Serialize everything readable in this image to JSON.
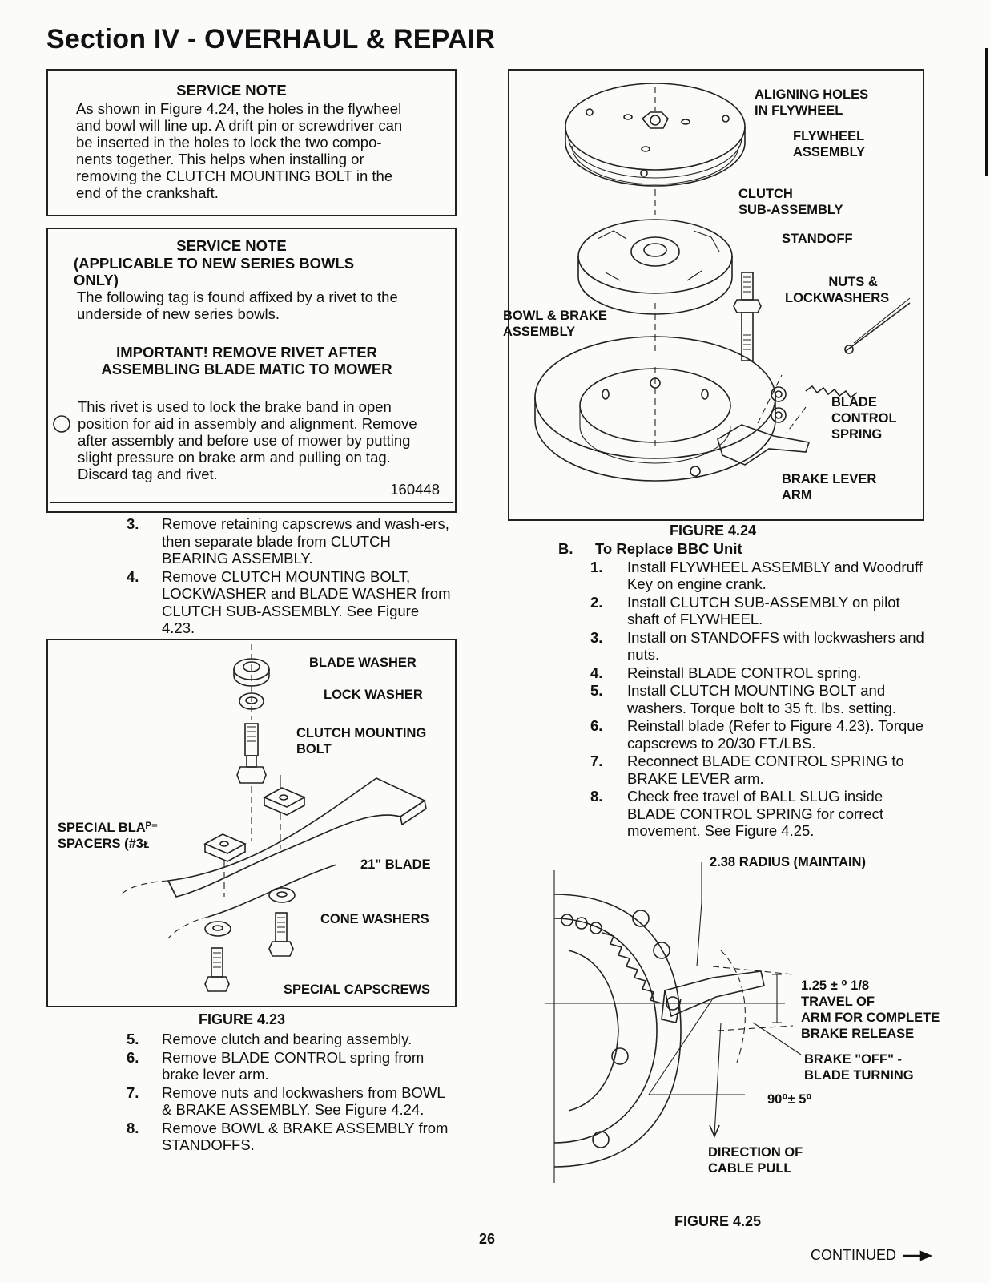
{
  "page": {
    "title": "Section IV - OVERHAUL & REPAIR",
    "page_number": "26",
    "continued": "CONTINUED"
  },
  "service_note_1": {
    "heading": "SERVICE NOTE",
    "lines": [
      "As shown in Figure 4.24, the holes in the flywheel",
      "and bowl will line up.  A drift pin or screwdriver can",
      "be inserted in the holes to lock the two compo-",
      "nents together.  This helps when installing or",
      "removing the CLUTCH MOUNTING BOLT in the",
      "end of the crankshaft."
    ]
  },
  "service_note_2": {
    "heading": "SERVICE NOTE",
    "subheading_lines": [
      "(APPLICABLE TO NEW SERIES BOWLS",
      " ONLY)"
    ],
    "lines": [
      "The following tag is found affixed by a rivet to the",
      "underside of new series bowls."
    ],
    "tag": {
      "heading_lines": [
        "IMPORTANT!  REMOVE RIVET AFTER",
        "ASSEMBLING BLADE MATIC TO MOWER"
      ],
      "lines": [
        "This rivet is used to lock the brake band in open",
        "position for aid in assembly and alignment.  Remove",
        "after assembly and before use of mower by putting",
        "slight pressure on brake arm and pulling on tag.",
        "Discard tag and rivet."
      ],
      "part_number": "160448"
    }
  },
  "steps_a": [
    {
      "num": "3.",
      "text": "Remove retaining capscrews and wash-ers, then separate blade from CLUTCH BEARING ASSEMBLY."
    },
    {
      "num": "4.",
      "text": "Remove CLUTCH MOUNTING BOLT, LOCKWASHER and BLADE WASHER from CLUTCH SUB-ASSEMBLY.  See Figure 4.23."
    }
  ],
  "figure_4_23": {
    "caption": "FIGURE 4.23",
    "labels": {
      "blade_washer": "BLADE WASHER",
      "lock_washer": "LOCK WASHER",
      "clutch_bolt_1": "CLUTCH MOUNTING",
      "clutch_bolt_2": "BOLT",
      "spacers_1": "SPECIAL BLAᴾ⁼",
      "spacers_2": "SPACERS (#3ᴌ",
      "blade": "21\" BLADE",
      "cone_washers": "CONE WASHERS",
      "capscrews": "SPECIAL CAPSCREWS"
    }
  },
  "steps_b": [
    {
      "num": "5.",
      "text": "Remove clutch and bearing assembly."
    },
    {
      "num": "6.",
      "text": "Remove BLADE CONTROL spring from brake lever arm."
    },
    {
      "num": "7.",
      "text": "Remove nuts and lockwashers from BOWL & BRAKE ASSEMBLY.  See Figure 4.24."
    },
    {
      "num": "8.",
      "text": "Remove BOWL & BRAKE ASSEMBLY from STANDOFFS."
    }
  ],
  "figure_4_24": {
    "caption": "FIGURE 4.24",
    "labels": {
      "aligning_1": "ALIGNING HOLES",
      "aligning_2": "IN FLYWHEEL",
      "flywheel_1": "FLYWHEEL",
      "flywheel_2": "ASSEMBLY",
      "clutch_1": "CLUTCH",
      "clutch_2": "SUB-ASSEMBLY",
      "standoff": "STANDOFF",
      "nuts_1": "NUTS &",
      "nuts_2": "LOCKWASHERS",
      "bowl_1": "BOWL & BRAKE",
      "bowl_2": "ASSEMBLY",
      "spring_1": "BLADE",
      "spring_2": "CONTROL",
      "spring_3": "SPRING",
      "lever_1": "BRAKE LEVER",
      "lever_2": "ARM"
    }
  },
  "replace_section": {
    "letter": "B.",
    "heading": "To Replace BBC Unit",
    "steps": [
      {
        "num": "1.",
        "text": "Install FLYWHEEL ASSEMBLY and Woodruff Key on engine crank."
      },
      {
        "num": "2.",
        "text": "Install CLUTCH SUB-ASSEMBLY on pilot shaft of FLYWHEEL."
      },
      {
        "num": "3.",
        "text": "Install on STANDOFFS with lockwashers and nuts."
      },
      {
        "num": "4.",
        "text": "Reinstall BLADE CONTROL spring."
      },
      {
        "num": "5.",
        "text": "Install CLUTCH MOUNTING BOLT and washers.  Torque bolt to 35 ft. lbs. setting."
      },
      {
        "num": "6.",
        "text": "Reinstall blade (Refer to Figure 4.23). Torque capscrews to 20/30 FT./LBS."
      },
      {
        "num": "7.",
        "text": "Reconnect BLADE CONTROL SPRING to BRAKE LEVER arm."
      },
      {
        "num": "8.",
        "text": "Check free travel of BALL SLUG inside BLADE CONTROL SPRING for correct movement.  See Figure 4.25."
      }
    ]
  },
  "figure_4_25": {
    "caption": "FIGURE 4.25",
    "labels": {
      "radius": "2.38 RADIUS (MAINTAIN)",
      "travel_1": "1.25 ± ⁰ 1/8",
      "travel_2": "TRAVEL OF",
      "travel_3": "ARM FOR COMPLETE",
      "travel_4": "BRAKE RELEASE",
      "brake_off_1": "BRAKE \"OFF\" -",
      "brake_off_2": "BLADE TURNING",
      "angle": "90⁰± 5⁰",
      "direction_1": "DIRECTION OF",
      "direction_2": "CABLE PULL"
    }
  }
}
